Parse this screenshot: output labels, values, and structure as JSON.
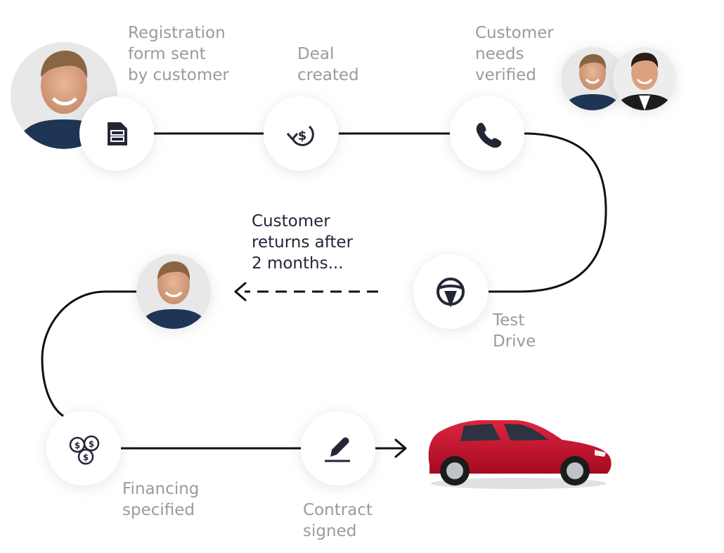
{
  "steps": {
    "registration": {
      "lines": [
        "Registration",
        "form sent",
        "by customer"
      ],
      "icon": "form-document-icon"
    },
    "deal": {
      "lines": [
        "Deal",
        "created"
      ],
      "icon": "dollar-refresh-icon"
    },
    "verified": {
      "lines": [
        "Customer",
        "needs",
        "verified"
      ],
      "icon": "phone-icon"
    },
    "test_drive": {
      "lines": [
        "Test",
        "Drive"
      ],
      "icon": "steering-wheel-icon"
    },
    "financing": {
      "lines": [
        "Financing",
        "specified"
      ],
      "icon": "coins-icon"
    },
    "contract": {
      "lines": [
        "Contract",
        "signed"
      ],
      "icon": "pen-sign-icon"
    }
  },
  "returns_note": {
    "lines": [
      "Customer",
      "returns after",
      "2 months..."
    ]
  },
  "colors": {
    "icon": "#242638",
    "label": "#9b9b9b",
    "line": "#111111",
    "car": "#c8102e"
  }
}
